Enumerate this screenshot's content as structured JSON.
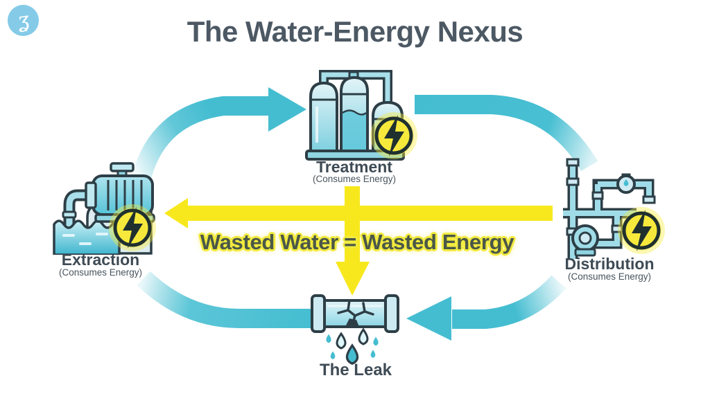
{
  "title": "The Water-Energy Nexus",
  "logo": {
    "glyph": "ʓ"
  },
  "banner": {
    "text": "Wasted Water = Wasted Energy"
  },
  "nodes": {
    "treatment": {
      "label": "Treatment",
      "sublabel": "(Consumes Energy)",
      "badge": "lightning-bolt"
    },
    "extraction": {
      "label": "Extraction",
      "sublabel": "(Consumes Energy)",
      "badge": "lightning-bolt"
    },
    "distribution": {
      "label": "Distribution",
      "sublabel": "(Consumes Energy)",
      "badge": "lightning-bolt"
    },
    "leak": {
      "label": "The Leak"
    }
  },
  "flow": {
    "cycle_arrows": [
      {
        "from": "Extraction",
        "to": "Treatment"
      },
      {
        "from": "Treatment",
        "to": "Distribution"
      },
      {
        "from": "Distribution",
        "to": "The Leak"
      },
      {
        "from": "The Leak",
        "to": "Extraction"
      }
    ],
    "waste_arrows": [
      {
        "from": "Treatment",
        "to": "The Leak"
      },
      {
        "from": "Treatment",
        "to": "Extraction"
      }
    ]
  },
  "colors": {
    "cycle_arrow": "#45BDD1",
    "waste_arrow": "#F7E81E",
    "badge_yellow": "#F6E93C",
    "icon_outline": "#2D3E46",
    "title_text": "#4C5863",
    "banner_text": "#4A5748",
    "label_text": "#3E4B55",
    "logo_bg": "#85CBE8"
  }
}
